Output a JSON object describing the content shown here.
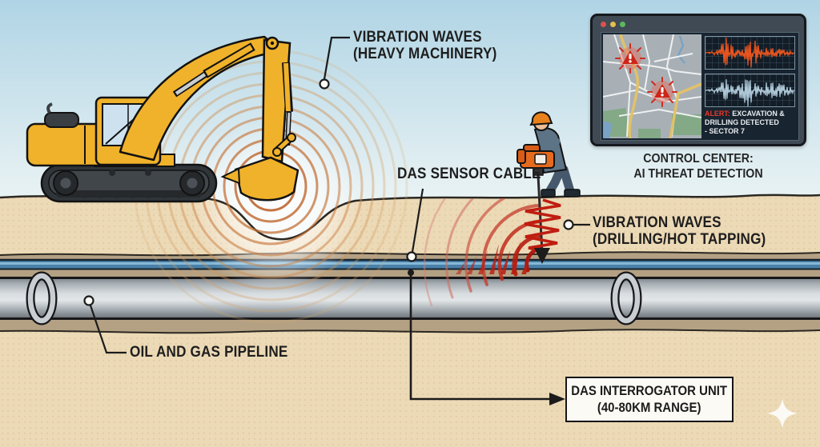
{
  "labels": {
    "machinery_waves_line1": "VIBRATION WAVES",
    "machinery_waves_line2": "(HEAVY MACHINERY)",
    "das_cable": "DAS SENSOR CABLE",
    "drilling_waves_line1": "VIBRATION WAVES",
    "drilling_waves_line2": "(DRILLING/HOT TAPPING)",
    "pipeline": "OIL AND GAS PIPELINE",
    "interrogator_line1": "DAS INTERROGATOR UNIT",
    "interrogator_line2": "(40-80KM RANGE)",
    "control_center_line1": "CONTROL CENTER:",
    "control_center_line2": "AI THREAT DETECTION"
  },
  "monitor": {
    "alert_prefix": "ALERT:",
    "alert_line1_rest": " EXCAVATION &",
    "alert_line2": "DRILLING DETECTED",
    "alert_line3": "- SECTOR 7"
  },
  "colors": {
    "alert_red": "#d02a20",
    "machinery_wave_orange": "#c06a32",
    "drilling_wave_red": "#b81d10",
    "excavator_yellow": "#f0b22a",
    "cable_blue": "#4a80a8",
    "pipeline_gray": "#aab1b6",
    "ground_tan": "#ecd9b6",
    "trench_khaki": "#b4a184",
    "monitor_frame": "#3f4a55",
    "sky_blue": "#b4d6e6"
  },
  "icons": {
    "window_dots": [
      "red",
      "yellow",
      "green"
    ],
    "map_alert": "alert-triangle-icon",
    "sparkle": "sparkle-icon"
  }
}
